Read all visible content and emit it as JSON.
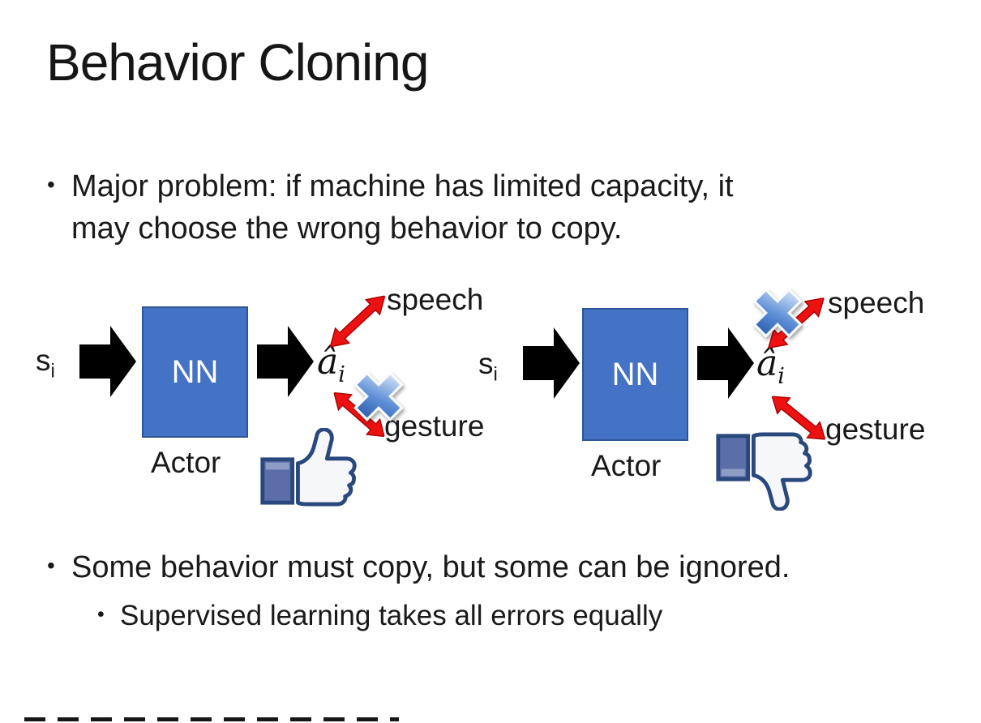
{
  "slide": {
    "title": "Behavior Cloning",
    "bullet_glyph": "•",
    "bullet1": {
      "lines": [
        "Major problem: if machine has limited capacity, it",
        "may choose the wrong behavior to copy."
      ]
    },
    "bullet2": "Some behavior must copy, but some can be ignored.",
    "bullet2_sub": "Supervised learning takes all errors equally"
  },
  "diagrams": [
    {
      "side": "left",
      "input_base": "s",
      "input_sub": "i",
      "box_label": "NN",
      "caption": "Actor",
      "output_base": "â",
      "output_sub": "i",
      "speech_label": "speech",
      "gesture_label": "gesture",
      "crossed_out": "gesture",
      "feedback": "thumbs-up"
    },
    {
      "side": "right",
      "input_base": "s",
      "input_sub": "i",
      "box_label": "NN",
      "caption": "Actor",
      "output_base": "â",
      "output_sub": "i",
      "speech_label": "speech",
      "gesture_label": "gesture",
      "crossed_out": "speech",
      "feedback": "thumbs-down"
    }
  ],
  "colors": {
    "nn_box_fill": "#4472C4",
    "nn_box_border": "#2E5597",
    "nn_box_text": "#FFFFFF",
    "block_arrow": "#000000",
    "red_arrow": "#EE1111",
    "cross_blue": "#4A7ED0",
    "thumb_outline": "#29487D",
    "thumb_cuff": "#5B6EA8",
    "text": "#1A1A1A"
  }
}
